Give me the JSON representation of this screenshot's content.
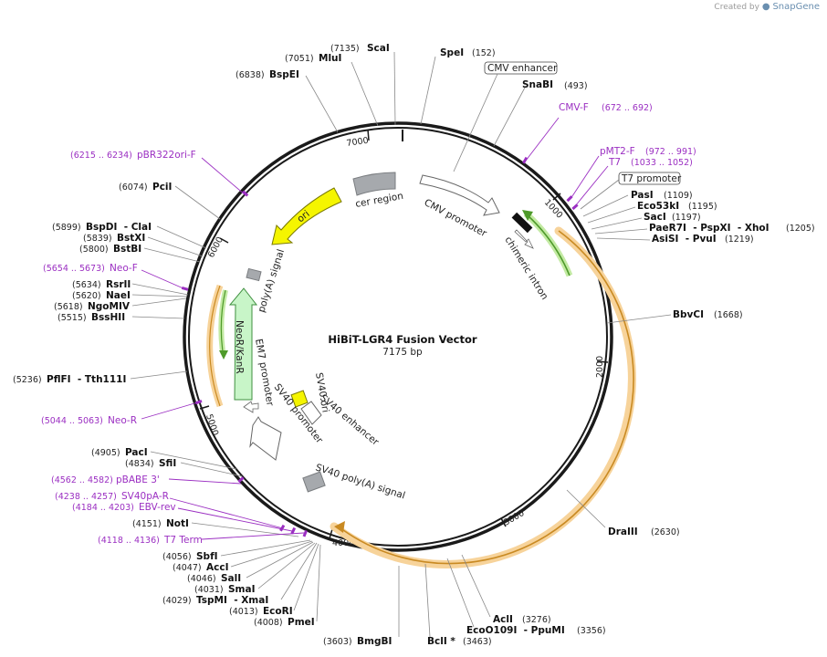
{
  "credit": {
    "prefix": "Created by",
    "brand": "SnapGene"
  },
  "plasmid": {
    "name": "HiBiT-LGR4 Fusion Vector",
    "length_label": "7175 bp",
    "length": 7175
  },
  "ticks": [
    "1000",
    "2000",
    "3000",
    "4000",
    "5000",
    "6000",
    "7000"
  ],
  "features": [
    {
      "name": "CMV enhancer",
      "boxed": true
    },
    {
      "name": "CMV promoter"
    },
    {
      "name": "chimeric intron"
    },
    {
      "name": "T7 promoter",
      "boxed": true
    },
    {
      "name": "cer region"
    },
    {
      "name": "ori"
    },
    {
      "name": "poly(A) signal"
    },
    {
      "name": "NeoR/KanR"
    },
    {
      "name": "EM7 promoter"
    },
    {
      "name": "SV40 promoter"
    },
    {
      "name": "SV40 ori"
    },
    {
      "name": "SV40 enhancer"
    },
    {
      "name": "SV40 poly(A) signal"
    }
  ],
  "sites": [
    {
      "name": "ScaI",
      "pos": "(7135)"
    },
    {
      "name": "MluI",
      "pos": "(7051)"
    },
    {
      "name": "BspEI",
      "pos": "(6838)"
    },
    {
      "name": "SpeI",
      "pos": "(152)"
    },
    {
      "name": "SnaBI",
      "pos": "(493)"
    },
    {
      "name": "PasI",
      "pos": "(1109)"
    },
    {
      "name": "Eco53kI",
      "pos": "(1195)"
    },
    {
      "name": "SacI",
      "pos": "(1197)"
    },
    {
      "name": "PaeR7I  - PspXI  - XhoI",
      "pos": "(1205)"
    },
    {
      "name": "AsiSI  - PvuI",
      "pos": "(1219)"
    },
    {
      "name": "BbvCI",
      "pos": "(1668)"
    },
    {
      "name": "DraIII",
      "pos": "(2630)"
    },
    {
      "name": "AclI",
      "pos": "(3276)"
    },
    {
      "name": "EcoO109I  - PpuMI",
      "pos": "(3356)"
    },
    {
      "name": "BclI *",
      "pos": "(3463)"
    },
    {
      "name": "BmgBI",
      "pos": "(3603)"
    },
    {
      "name": "PmeI",
      "pos": "(4008)"
    },
    {
      "name": "EcoRI",
      "pos": "(4013)"
    },
    {
      "name": "TspMI  - XmaI",
      "pos": "(4029)"
    },
    {
      "name": "SmaI",
      "pos": "(4031)"
    },
    {
      "name": "SalI",
      "pos": "(4046)"
    },
    {
      "name": "AccI",
      "pos": "(4047)"
    },
    {
      "name": "SbfI",
      "pos": "(4056)"
    },
    {
      "name": "NotI",
      "pos": "(4151)"
    },
    {
      "name": "SfiI",
      "pos": "(4834)"
    },
    {
      "name": "PacI",
      "pos": "(4905)"
    },
    {
      "name": "PflFI  - Tth111I",
      "pos": "(5236)"
    },
    {
      "name": "BssHII",
      "pos": "(5515)"
    },
    {
      "name": "NgoMIV",
      "pos": "(5618)"
    },
    {
      "name": "NaeI",
      "pos": "(5620)"
    },
    {
      "name": "RsrII",
      "pos": "(5634)"
    },
    {
      "name": "BstBI",
      "pos": "(5800)"
    },
    {
      "name": "BstXI",
      "pos": "(5839)"
    },
    {
      "name": "BspDI  - ClaI",
      "pos": "(5899)"
    },
    {
      "name": "PciI",
      "pos": "(6074)"
    }
  ],
  "primers": [
    {
      "name": "CMV-F",
      "pos": "(672 .. 692)"
    },
    {
      "name": "pMT2-F",
      "pos": "(972 .. 991)"
    },
    {
      "name": "T7",
      "pos": "(1033 .. 1052)"
    },
    {
      "name": "pBR322ori-F",
      "pos": "(6215 .. 6234)"
    },
    {
      "name": "Neo-F",
      "pos": "(5654 .. 5673)"
    },
    {
      "name": "Neo-R",
      "pos": "(5044 .. 5063)"
    },
    {
      "name": "pBABE 3'",
      "pos": "(4562 .. 4582)"
    },
    {
      "name": "SV40pA-R",
      "pos": "(4238 .. 4257)"
    },
    {
      "name": "EBV-rev",
      "pos": "(4184 .. 4203)"
    },
    {
      "name": "T7 Term",
      "pos": "(4118 .. 4136)"
    }
  ],
  "colors": {
    "backbone": "#1a1a1a",
    "primer": "#9b2fc2",
    "ori": "#f5f500",
    "neo": "#c8f5c8",
    "orf_orange": "#f7d39a",
    "orf_green": "#7ccd5a",
    "grey_box": "#a6a9ad",
    "promoter": "#ffffff"
  }
}
